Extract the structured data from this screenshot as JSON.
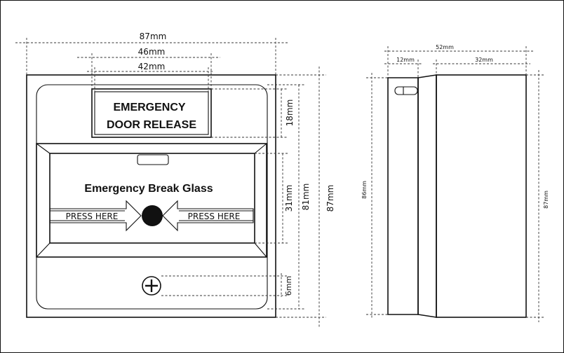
{
  "front_view": {
    "sign": {
      "line1": "EMERGENCY",
      "line2": "DOOR RELEASE"
    },
    "glass": {
      "title": "Emergency Break Glass",
      "press_left": "PRESS HERE",
      "press_right": "PRESS HERE"
    },
    "dimensions": {
      "width_total": "87mm",
      "width_sign_outer": "46mm",
      "width_sign_inner": "42mm",
      "height_sign": "18mm",
      "height_glass": "31mm",
      "height_inner": "81mm",
      "height_total": "87mm",
      "height_screw": "6mm"
    }
  },
  "side_view": {
    "dimensions": {
      "depth_total": "52mm",
      "depth_front": "12mm",
      "depth_back": "32mm",
      "height_left": "86mm",
      "height_right": "87mm"
    }
  }
}
